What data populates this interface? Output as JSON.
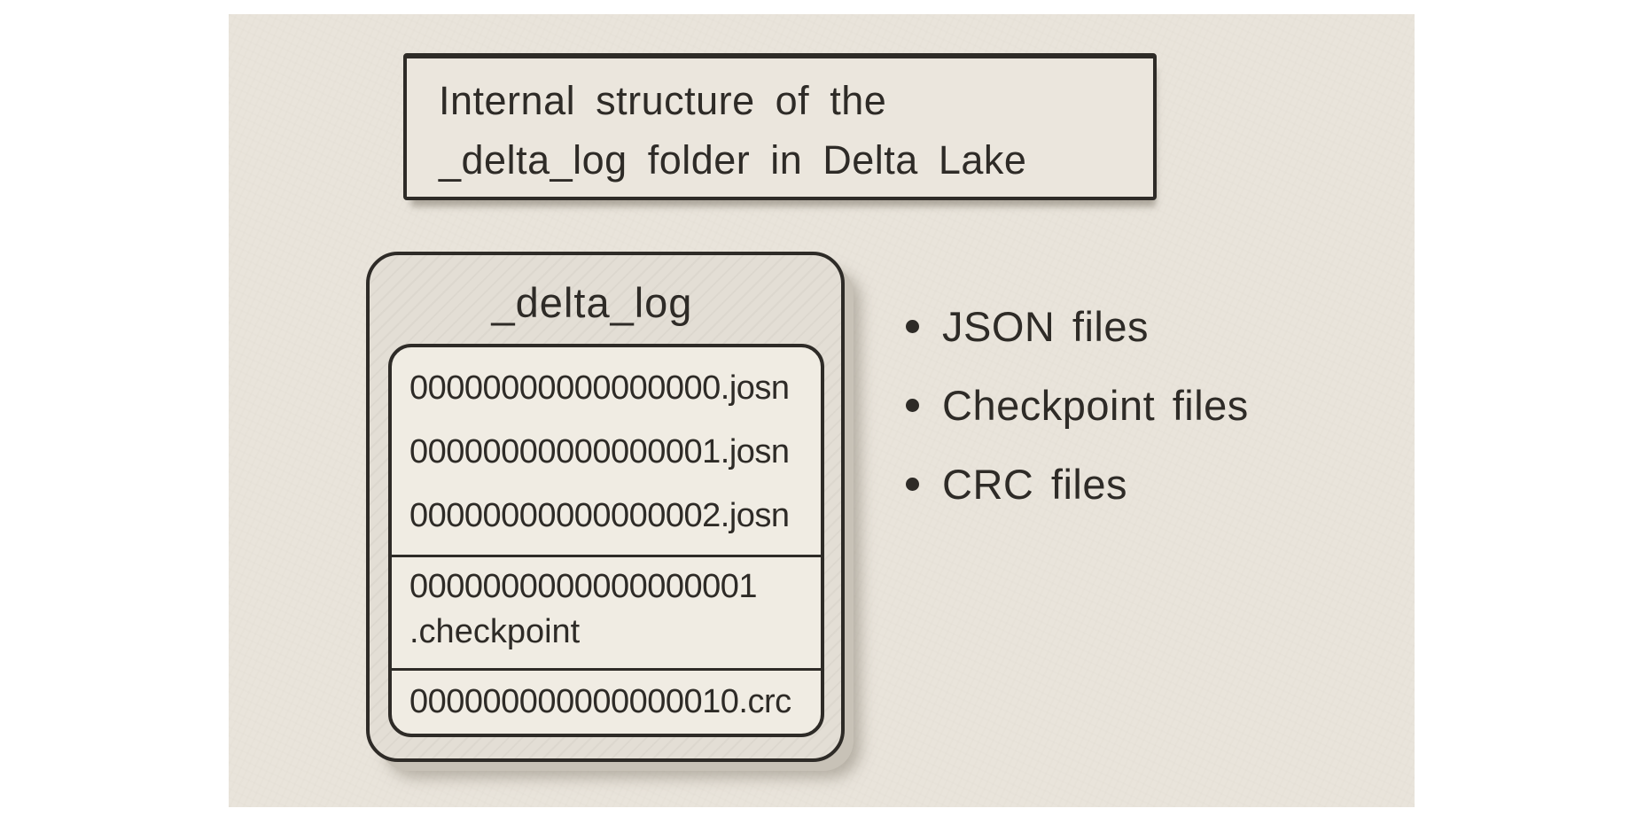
{
  "colors": {
    "canvas": "#ffffff",
    "paper": "#e9e4db",
    "ink": "#2e2b27",
    "folder_fill": "#e3ded5",
    "file_list_fill": "#f0ece3",
    "shadow": "#c8c2b7"
  },
  "title": {
    "line1": "Internal structure of the",
    "line2": "_delta_log folder in Delta Lake"
  },
  "folder": {
    "name": "_delta_log",
    "json_files": [
      "00000000000000000.josn",
      "00000000000000001.josn",
      "00000000000000002.josn"
    ],
    "checkpoint_file": {
      "line1": "0000000000000000001",
      "line2": ".checkpoint"
    },
    "crc_file": "000000000000000010.crc"
  },
  "legend": {
    "items": [
      "JSON files",
      "Checkpoint files",
      "CRC files"
    ]
  }
}
